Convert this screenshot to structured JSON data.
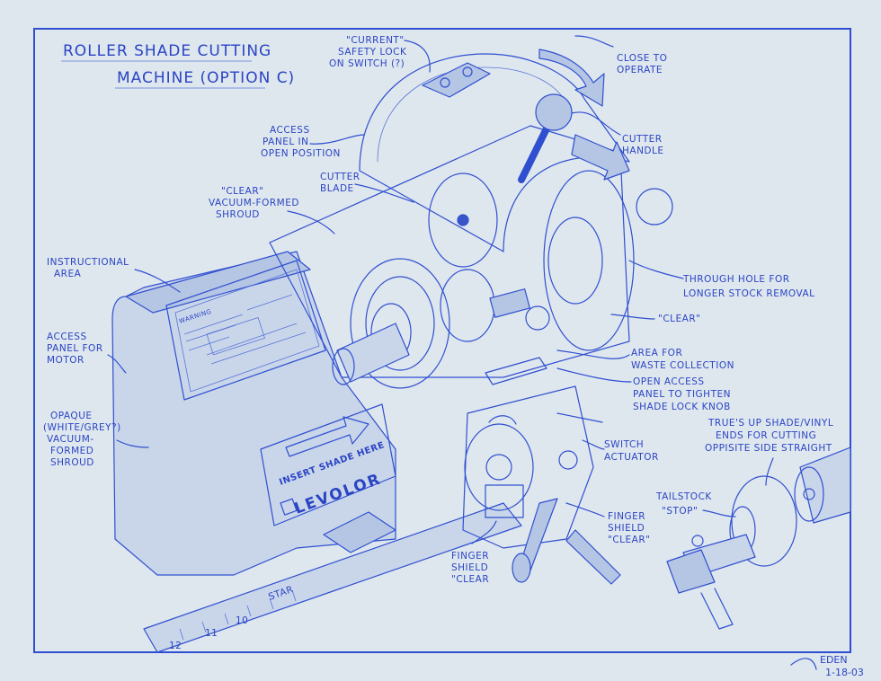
{
  "title": {
    "line1": "ROLLER SHADE CUTTING",
    "line2": "MACHINE (OPTION C)"
  },
  "callouts": {
    "safety_lock": [
      "\"CURRENT\"",
      "SAFETY LOCK",
      "ON SWITCH (?)"
    ],
    "close_to_operate": [
      "CLOSE TO",
      "OPERATE"
    ],
    "access_panel_open": [
      "ACCESS",
      "PANEL IN",
      "OPEN POSITION"
    ],
    "cutter_handle": [
      "CUTTER",
      "HANDLE"
    ],
    "cutter_blade": [
      "CUTTER",
      "BLADE"
    ],
    "clear_shroud": [
      "\"CLEAR\"",
      "VACUUM-FORMED",
      "SHROUD"
    ],
    "instructional_area": [
      "INSTRUCTIONAL",
      "AREA"
    ],
    "through_hole": [
      "THROUGH HOLE FOR",
      "LONGER STOCK REMOVAL"
    ],
    "clear_right": [
      "\"CLEAR\""
    ],
    "access_panel_motor": [
      "ACCESS",
      "PANEL FOR",
      "MOTOR"
    ],
    "waste_collection": [
      "AREA FOR",
      "WASTE COLLECTION"
    ],
    "open_access_panel": [
      "OPEN ACCESS",
      "PANEL TO TIGHTEN",
      "SHADE LOCK KNOB"
    ],
    "opaque_shroud": [
      "OPAQUE",
      "(WHITE/GREY?)",
      "VACUUM-",
      "FORMED",
      "SHROUD"
    ],
    "trues_up": [
      "TRUE'S UP SHADE/VINYL",
      "ENDS FOR CUTTING",
      "OPPISITE SIDE STRAIGHT"
    ],
    "switch_actuator": [
      "SWITCH",
      "ACTUATOR"
    ],
    "tailstock_stop": [
      "TAILSTOCK",
      "\"STOP\""
    ],
    "finger_shield_right": [
      "FINGER",
      "SHIELD",
      "\"CLEAR\""
    ],
    "finger_shield_bottom": [
      "FINGER",
      "SHIELD",
      "\"CLEAR"
    ]
  },
  "machine": {
    "warning_label": "WARNING",
    "insert_shade": "INSERT SHADE HERE",
    "brand": "LEVOLOR",
    "ruler_label": "STAR",
    "ruler_numbers": [
      "12",
      "11",
      "10"
    ]
  },
  "signature": {
    "name": "EDEN",
    "date": "1-18-03"
  },
  "colors": {
    "paper": "#dfe7ee",
    "ink": "#2f4fd0"
  }
}
